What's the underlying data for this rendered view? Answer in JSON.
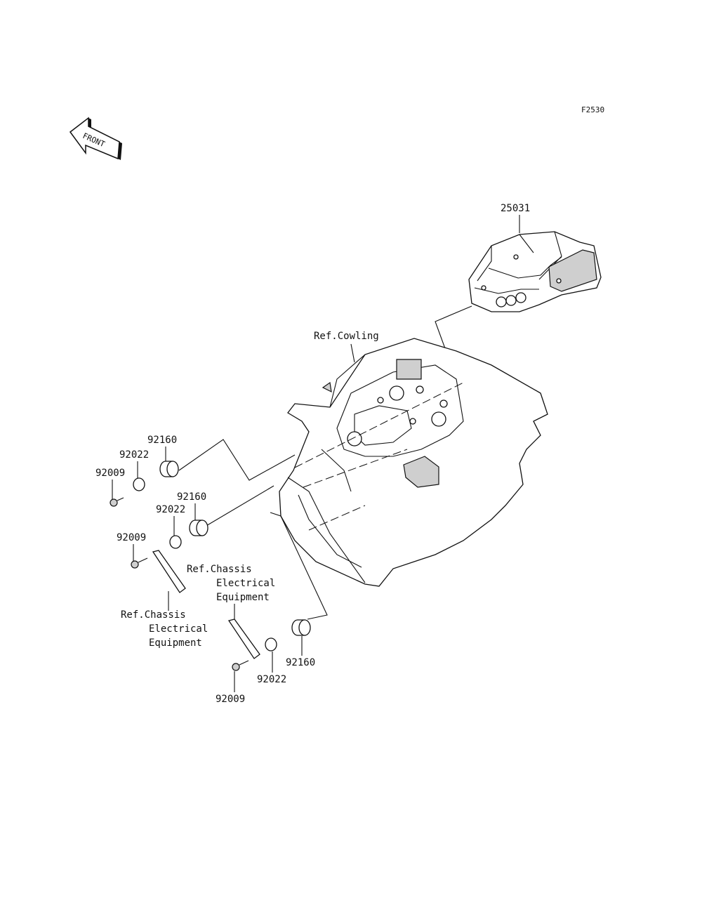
{
  "figure_code": "F2530",
  "front_arrow_text": "FRONT",
  "labels": {
    "meter_assembly": "25031",
    "ref_cowling": "Ref.Cowling",
    "damper_top": "92160",
    "washer_top": "92022",
    "screw_top": "92009",
    "damper_mid": "92160",
    "washer_mid": "92022",
    "screw_mid": "92009",
    "damper_bottom": "92160",
    "washer_bottom": "92022",
    "screw_bottom": "92009",
    "ref_chassis_left": [
      "Ref.Chassis",
      "Electrical",
      "Equipment"
    ],
    "ref_chassis_right": [
      "Ref.Chassis",
      "Electrical",
      "Equipment"
    ]
  }
}
